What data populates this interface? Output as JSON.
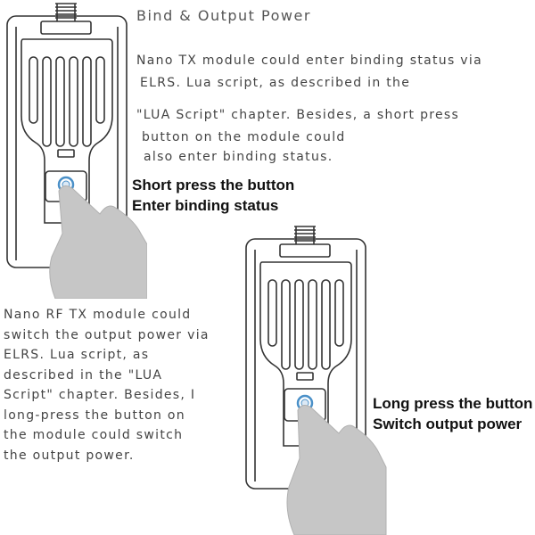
{
  "title": "Bind & Output Power",
  "para1": {
    "lines": [
      "Nano TX module could enter binding status via",
      "ELRS. Lua script, as described in the",
      "\"LUA Script\" chapter. Besides, a short press",
      "button on the module could",
      "also enter binding status."
    ]
  },
  "callout1": {
    "lines": [
      "Short press the button",
      "Enter binding status"
    ]
  },
  "para2": {
    "lines": [
      "Nano RF TX module could",
      "switch the output power via",
      "ELRS. Lua script, as",
      "described in the \"LUA",
      "Script\" chapter. Besides, I",
      "long-press the button on",
      "the module could switch",
      "the output power."
    ]
  },
  "callout2": {
    "lines": [
      "Long press the button",
      "Switch output power"
    ]
  },
  "colors": {
    "outline": "#333333",
    "text": "#444444",
    "heading": "#555555",
    "finger": "#c6c6c6",
    "button_ring": "#4a90c8"
  }
}
